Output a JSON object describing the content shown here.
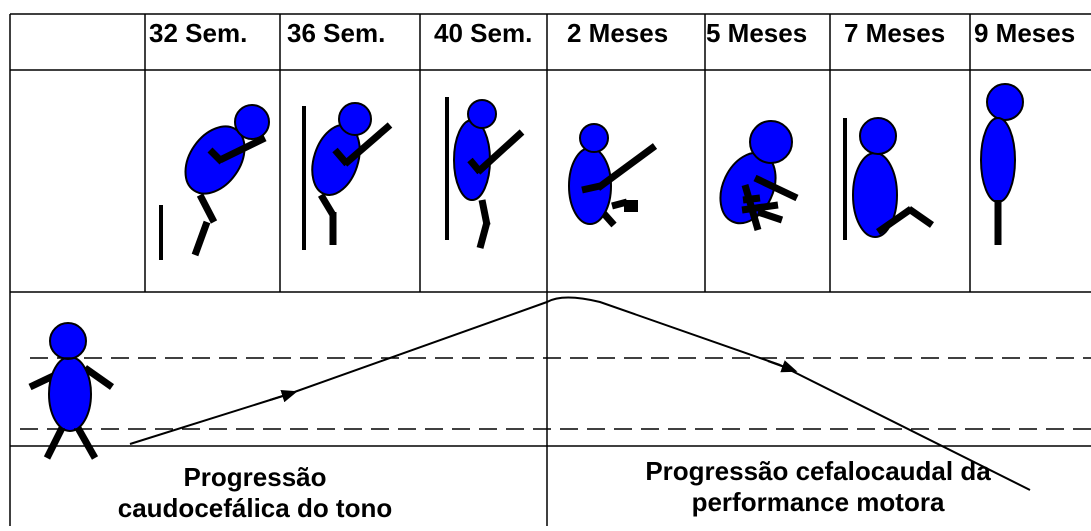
{
  "columns": [
    "32 Sem.",
    "36 Sem.",
    "40 Sem.",
    "2 Meses",
    "5 Meses",
    "7 Meses",
    "9 Meses"
  ],
  "captions": {
    "left": [
      "Progressão",
      "caudocefálica do tono"
    ],
    "right": [
      "Progressão cefalocaudal da",
      "performance motora"
    ]
  },
  "colors": {
    "figure_fill": "#0000ff",
    "line": "#000000",
    "grid": "#000000"
  }
}
